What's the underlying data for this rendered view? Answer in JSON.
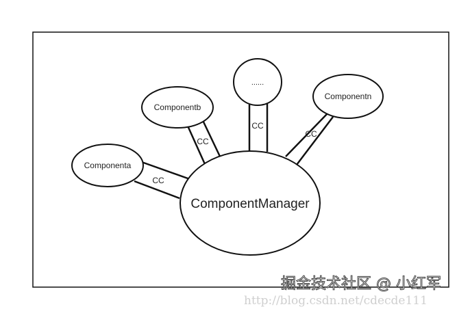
{
  "diagram": {
    "nodes": {
      "manager": "ComponentManager",
      "a": "Componenta",
      "b": "Componentb",
      "more": "......",
      "n": "Componentn"
    },
    "connectors": {
      "a": "CC",
      "b": "CC",
      "more": "CC",
      "n": "CC"
    }
  },
  "watermark": {
    "main": "掘金技术社区 @ 小红军",
    "url": "http://blog.csdn.net/cdecde111"
  }
}
